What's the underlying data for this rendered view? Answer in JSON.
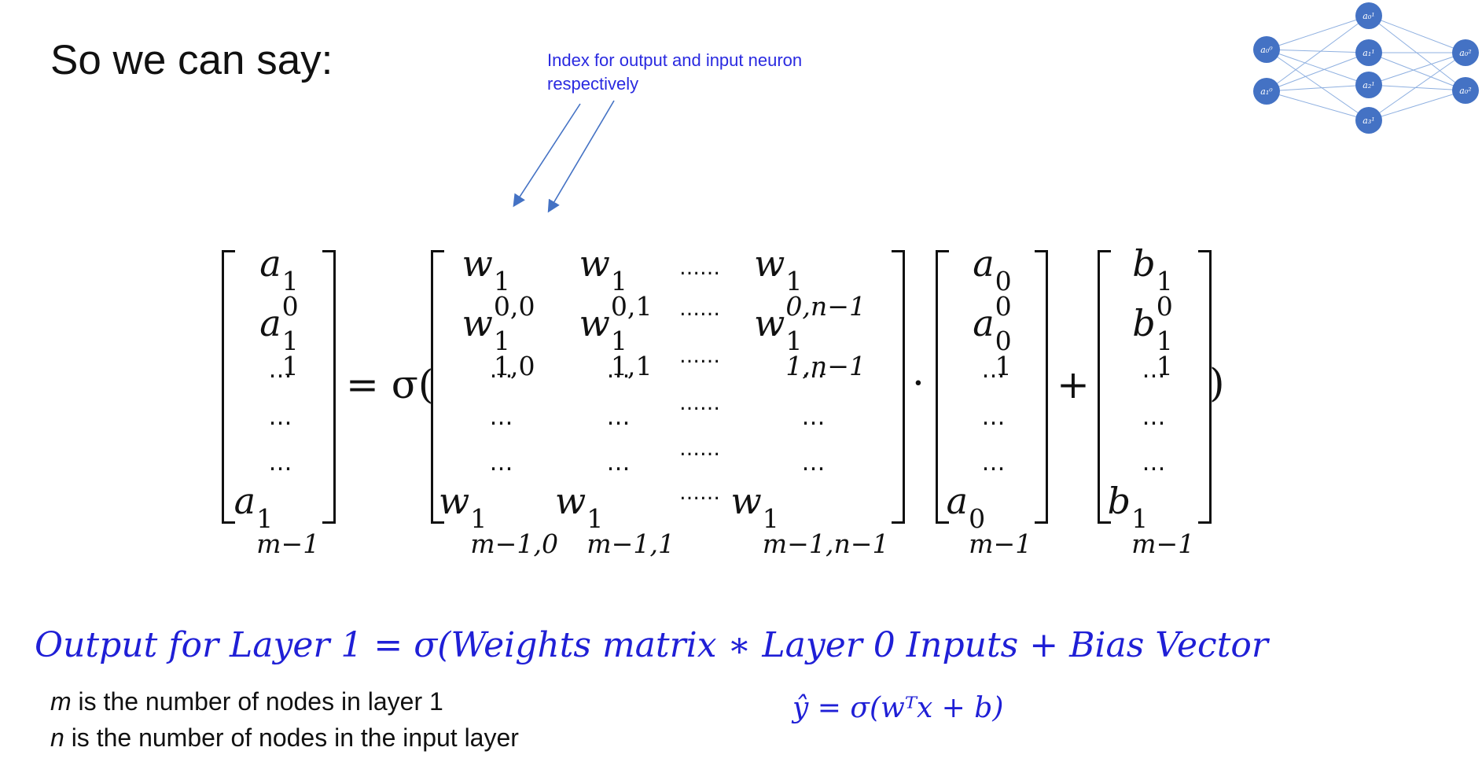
{
  "slide": {
    "title": "So we can say:",
    "annotation": "Index for output and input neuron respectively",
    "output_equation": "Output for Layer 1 = σ(Weights matrix  ∗ Layer 0 Inputs + Bias Vector",
    "compact_equation": "ŷ = σ(wᵀx + b)",
    "note_m": {
      "var": "m",
      "text": " is the number of nodes in layer 1"
    },
    "note_n": {
      "var": "n",
      "text": " is the number of nodes in the input layer"
    }
  },
  "equation": {
    "equals": "= σ(",
    "dot": "·",
    "plus": "+",
    "close": ")",
    "vdots": "…",
    "hdots": "……",
    "output_vector": [
      {
        "base": "a",
        "sup": "1",
        "sub": "0"
      },
      {
        "base": "a",
        "sup": "1",
        "sub": "1"
      },
      {
        "base": "a",
        "sup": "1",
        "sub": "m−1"
      }
    ],
    "weight_matrix": {
      "row0": [
        {
          "base": "w",
          "sup": "1",
          "sub": "0,0"
        },
        {
          "base": "w",
          "sup": "1",
          "sub": "0,1"
        },
        {
          "base": "w",
          "sup": "1",
          "sub": "0,n−1"
        }
      ],
      "row1": [
        {
          "base": "w",
          "sup": "1",
          "sub": "1,0"
        },
        {
          "base": "w",
          "sup": "1",
          "sub": "1,1"
        },
        {
          "base": "w",
          "sup": "1",
          "sub": "1,n−1"
        }
      ],
      "last": [
        {
          "base": "w",
          "sup": "1",
          "sub": "m−1,0"
        },
        {
          "base": "w",
          "sup": "1",
          "sub": "m−1,1"
        },
        {
          "base": "w",
          "sup": "1",
          "sub": "m−1,n−1"
        }
      ]
    },
    "input_vector": [
      {
        "base": "a",
        "sup": "0",
        "sub": "0"
      },
      {
        "base": "a",
        "sup": "0",
        "sub": "1"
      },
      {
        "base": "a",
        "sup": "0",
        "sub": "m−1"
      }
    ],
    "bias_vector": [
      {
        "base": "b",
        "sup": "1",
        "sub": "0"
      },
      {
        "base": "b",
        "sup": "1",
        "sub": "1"
      },
      {
        "base": "b",
        "sup": "1",
        "sub": "m−1"
      }
    ]
  },
  "network_diagram": {
    "layer0": [
      "a₀⁰",
      "a₁⁰"
    ],
    "layer1": [
      "a₀¹",
      "a₁¹",
      "a₂¹",
      "a₃¹"
    ],
    "layer2": [
      "a₀²",
      "a₀²"
    ],
    "node_color": "#4472c4"
  },
  "colors": {
    "accent": "#1f1fd6",
    "annotation": "#2a2ae0",
    "arrow": "#4472c4"
  }
}
